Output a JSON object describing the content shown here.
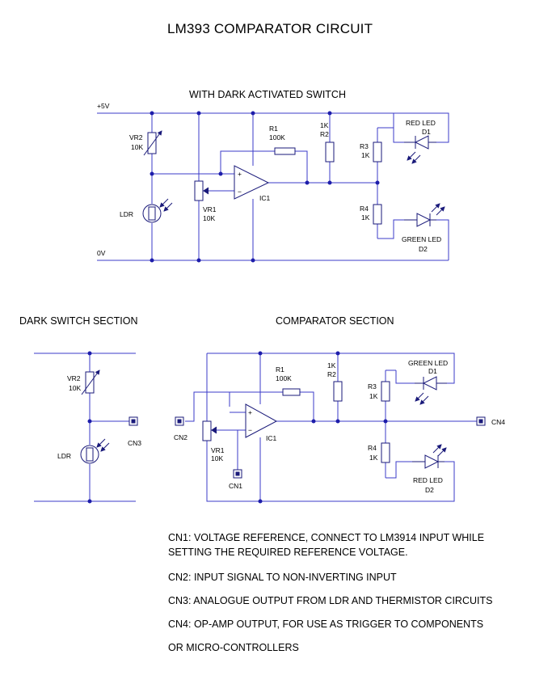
{
  "title": "LM393 COMPARATOR CIRCUIT",
  "top_circuit": {
    "section_title": "WITH DARK ACTIVATED SWITCH",
    "rail_plus": "+5V",
    "rail_zero": "0V",
    "vr2_name": "VR2",
    "vr2_value": "10K",
    "ldr": "LDR",
    "vr1_name": "VR1",
    "vr1_value": "10K",
    "r1_name": "R1",
    "r1_value": "100K",
    "ic1": "IC1",
    "r2_value": "1K",
    "r2_name": "R2",
    "r3_name": "R3",
    "r3_value": "1K",
    "r4_name": "R4",
    "r4_value": "1K",
    "d1_color": "RED LED",
    "d1_name": "D1",
    "d2_color": "GREEN LED",
    "d2_name": "D2",
    "plus_sign": "+",
    "minus_sign": "−"
  },
  "dark_switch": {
    "section_title": "DARK SWITCH SECTION",
    "vr2_name": "VR2",
    "vr2_value": "10K",
    "ldr": "LDR",
    "cn3": "CN3"
  },
  "comparator": {
    "section_title": "COMPARATOR SECTION",
    "r1_name": "R1",
    "r1_value": "100K",
    "r2_value": "1K",
    "r2_name": "R2",
    "r3_name": "R3",
    "r3_value": "1K",
    "r4_name": "R4",
    "r4_value": "1K",
    "d1_color": "GREEN LED",
    "d1_name": "D1",
    "d2_color": "RED LED",
    "d2_name": "D2",
    "cn1": "CN1",
    "cn2": "CN2",
    "cn4": "CN4",
    "vr1_name": "VR1",
    "vr1_value": "10K",
    "ic1": "IC1",
    "plus_sign": "+",
    "minus_sign": "−"
  },
  "notes": [
    "CN1:  VOLTAGE REFERENCE, CONNECT TO LM3914 INPUT WHILE",
    "SETTING THE REQUIRED REFERENCE VOLTAGE.",
    "CN2: INPUT SIGNAL TO NON-INVERTING INPUT",
    "CN3: ANALOGUE OUTPUT FROM LDR AND THERMISTOR CIRCUITS",
    "CN4: OP-AMP OUTPUT, FOR USE AS TRIGGER TO COMPONENTS",
    "OR MICRO-CONTROLLERS"
  ],
  "colors": {
    "wire": "#3b3bc8",
    "component": "#1a1a7a",
    "junction": "#1d1daa"
  }
}
